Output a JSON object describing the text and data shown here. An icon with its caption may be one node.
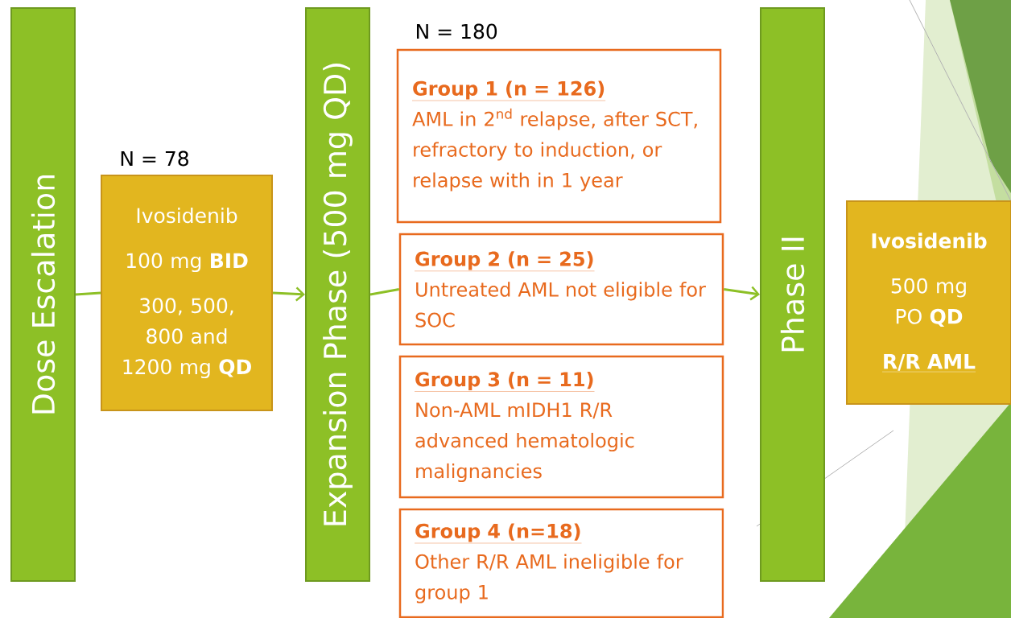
{
  "diagram": {
    "nodes": [
      {
        "text": [
          "Dose Escalation"
        ]
      },
      {
        "text": [
          "Ivosidenib",
          "100 mg **BID**",
          "300, 500, 800 and 1200 mg **QD**"
        ],
        "beside": [
          "N = 78"
        ]
      },
      {
        "text": [
          "Expansion Phase (500 mg QD)"
        ]
      },
      {
        "text": [
          "Group 1 (n = 126)",
          "AML in 2$^{nd}$ relapse, after SCT, refractory to induction, or relapse with in 1 year"
        ]
      },
      {
        "text": [
          "Group 2 (n = 25)",
          "Untreated AML not eligible for SOC"
        ]
      },
      {
        "text": [
          "Group 3 (n = 11)",
          "Non-AML mIDH1 R/R advanced hematologic malignancies"
        ]
      },
      {
        "text": [
          "Group 4 (n=18)",
          "Other R/R AML ineligible for group 1"
        ]
      },
      {
        "text": [
          "Phase II"
        ]
      },
      {
        "text": [
          "Ivosidenib",
          "500 mg PO **QD**",
          "R/R AML"
        ]
      }
    ],
    "edges": [
      {
        "from": 0,
        "to": 1,
        "arrow": "none"
      },
      {
        "from": 1,
        "to": 2,
        "arrow": "to"
      },
      {
        "from": 2,
        "to": 4,
        "arrow": "none"
      },
      {
        "from": 4,
        "to": 7,
        "arrow": "to"
      }
    ],
    "labels": [
      "N = 180"
    ]
  }
}
